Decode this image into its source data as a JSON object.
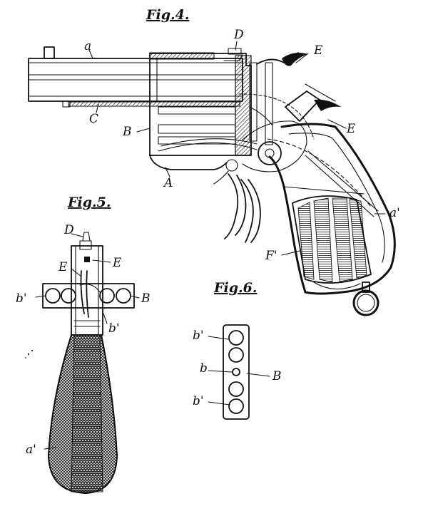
{
  "figures": {
    "fig4": {
      "title": "Fig.4.",
      "labels": {
        "a": "a",
        "D": "D",
        "E1": "E",
        "E2": "E",
        "C": "C",
        "B": "B",
        "A": "A",
        "a1": "a'",
        "F1": "F'"
      }
    },
    "fig5": {
      "title": "Fig.5.",
      "labels": {
        "D": "D",
        "E1": "E",
        "E2": "E",
        "b1_left": "b'",
        "b1_right": "b'",
        "B": "B",
        "a1": "a'"
      }
    },
    "fig6": {
      "title": "Fig.6.",
      "labels": {
        "b1_top": "b'",
        "b": "b",
        "B": "B",
        "b1_bottom": "b'"
      }
    }
  },
  "colors": {
    "ink": "#111111",
    "paper": "#ffffff"
  }
}
